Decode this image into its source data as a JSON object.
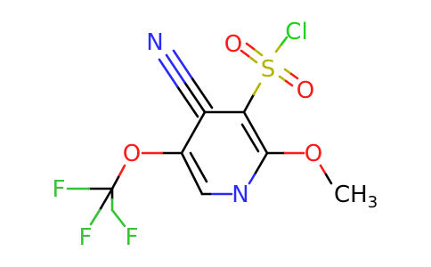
{
  "molecule": {
    "atoms": {
      "nitrile_n": "N",
      "sulfur": "S",
      "sulfonyl_o1": "O",
      "sulfonyl_o2": "O",
      "chlorine": "Cl",
      "ring_n": "N",
      "methoxy_o": "O",
      "methyl": "CH",
      "methyl_sub": "3",
      "ether_o": "O",
      "fluorine_top": "F",
      "fluorine_left": "F",
      "fluorine_right": "F"
    },
    "colors": {
      "carbon": "#000000",
      "nitrogen": "#2a2aff",
      "oxygen": "#ff1a1a",
      "sulfur": "#b3b300",
      "chlorine": "#1fd01f",
      "fluorine": "#36c436"
    }
  }
}
